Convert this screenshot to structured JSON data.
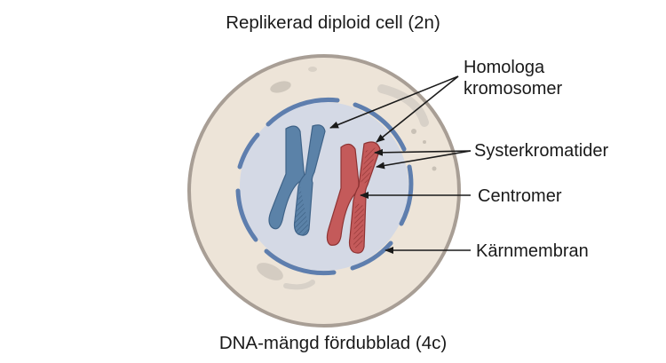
{
  "title": "Replikerad diploid cell (2n)",
  "caption": "DNA-mängd fördubblad (4c)",
  "labels": {
    "homologous_line1": "Homologa",
    "homologous_line2": "kromosomer",
    "sister_chromatids": "Systerkromatider",
    "centromere": "Centromer",
    "nuclear_membrane": "Kärnmembran"
  },
  "colors": {
    "cell_fill": "#ede4d8",
    "cell_border": "#a89e95",
    "nucleus_fill": "#d4d9e5",
    "membrane": "#5e7eae",
    "chromosome_blue": "#5b82a8",
    "chromosome_red": "#c45a5a",
    "organelle": "#d0c9bf"
  }
}
